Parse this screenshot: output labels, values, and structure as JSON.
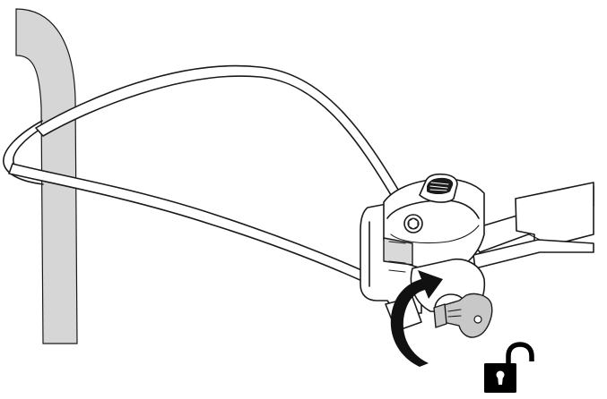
{
  "figure": {
    "subject": "cable-lock-unlock-with-key",
    "colors": {
      "outline": "#1a1a1a",
      "pole_fill": "#d6d6d6",
      "key_fill": "#c8c8c8",
      "arrow_fill": "#111111",
      "background": "#ffffff"
    },
    "icons": [
      "pole",
      "cable",
      "lock-body",
      "push-button",
      "screw",
      "key",
      "rotate-arrow",
      "unlocked-padlock-icon"
    ]
  }
}
